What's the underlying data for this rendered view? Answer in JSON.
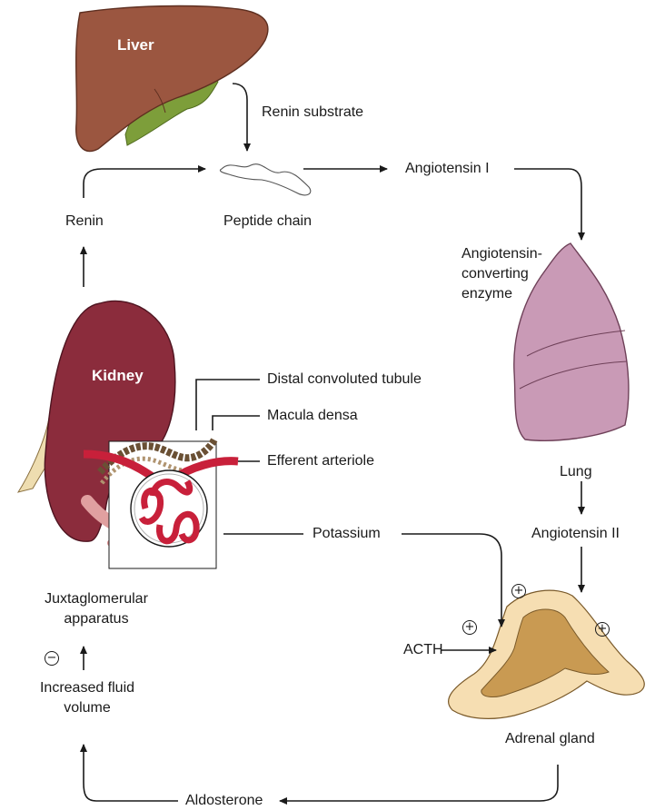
{
  "organs": {
    "liver": "Liver",
    "kidney": "Kidney",
    "lung": "Lung",
    "adrenal_gland": "Adrenal gland"
  },
  "labels": {
    "renin_substrate": "Renin substrate",
    "peptide_chain": "Peptide chain",
    "renin": "Renin",
    "angiotensin_i": "Angiotensin I",
    "ace_line1": "Angiotensin-",
    "ace_line2": "converting",
    "ace_line3": "enzyme",
    "angiotensin_ii": "Angiotensin II",
    "distal_tubule": "Distal convoluted tubule",
    "macula_densa": "Macula densa",
    "efferent_arteriole": "Efferent arteriole",
    "potassium": "Potassium",
    "acth": "ACTH",
    "jga_line1": "Juxtaglomerular",
    "jga_line2": "apparatus",
    "fluid_line1": "Increased fluid",
    "fluid_line2": "volume",
    "aldosterone": "Aldosterone"
  },
  "signs": {
    "plus": "+",
    "minus": "−"
  },
  "colors": {
    "liver": "#9b5640",
    "gallbladder": "#7d9e3a",
    "kidney": "#8b2c3c",
    "lung": "#c99ab6",
    "adrenal_outer": "#f6deb2",
    "adrenal_inner": "#c99a52",
    "arteriole": "#c8203a",
    "tubule": "#9b8060"
  }
}
